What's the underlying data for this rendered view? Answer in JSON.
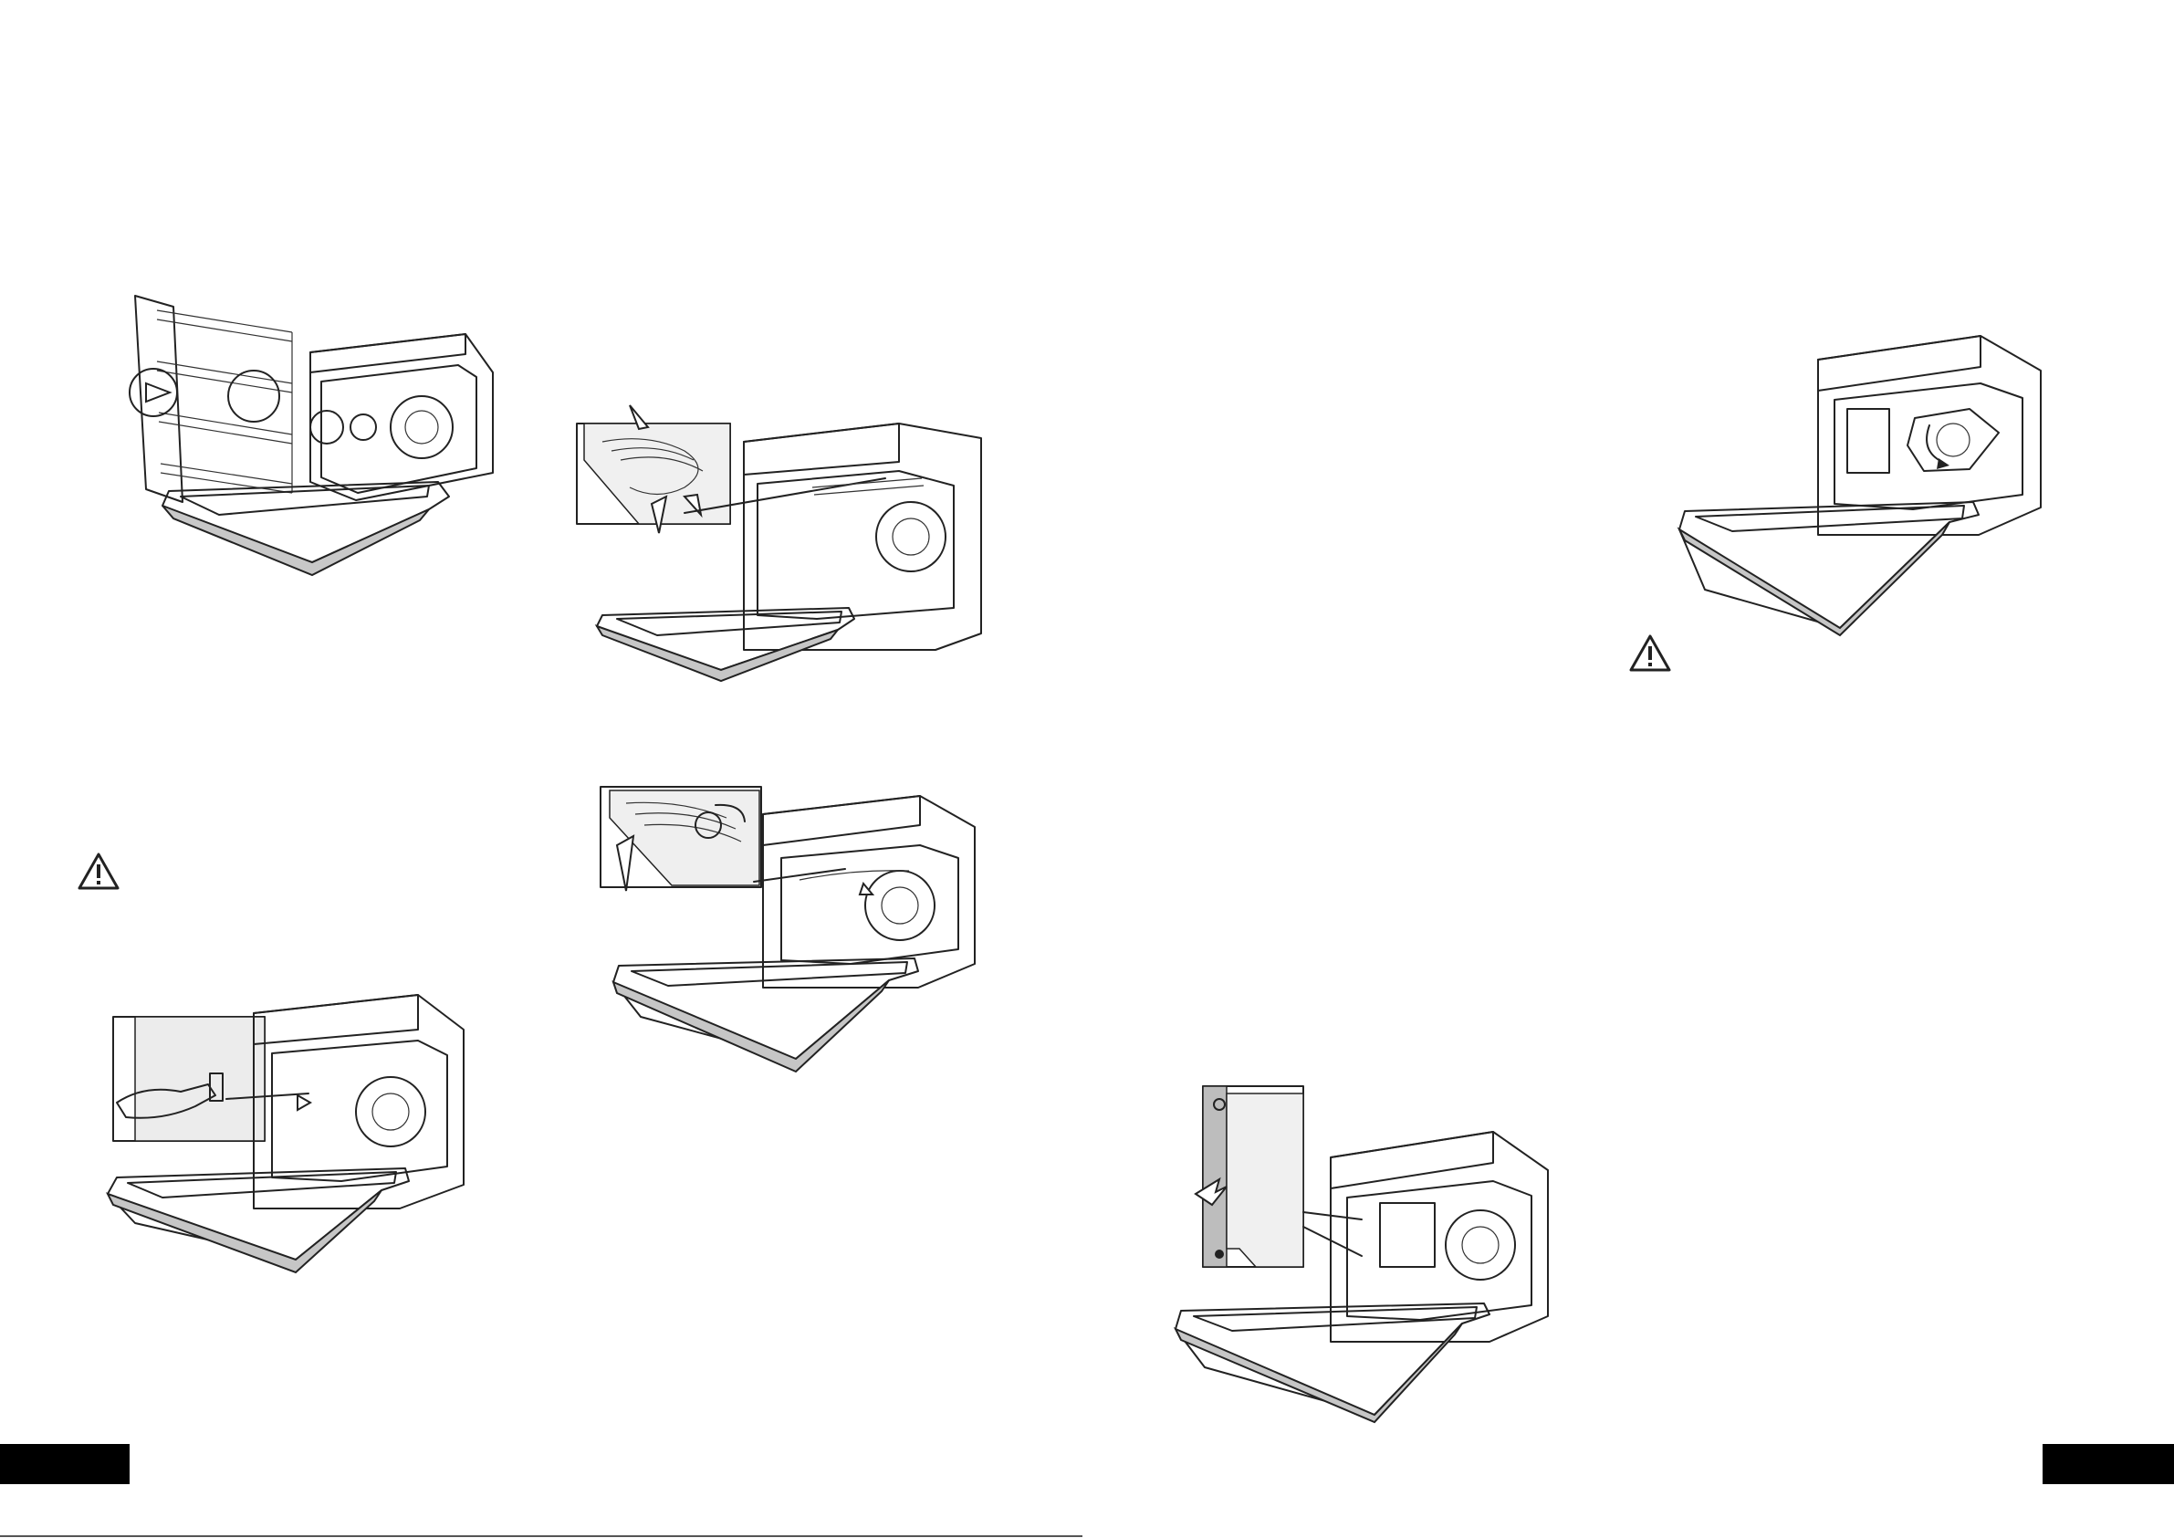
{
  "page": {
    "footer_text": ""
  },
  "figures": [
    {
      "id": "fig-side-rack-removal",
      "icon": "oven-side-rails-illustration"
    },
    {
      "id": "fig-heating-element-top",
      "icon": "oven-top-element-illustration"
    },
    {
      "id": "fig-rear-panel-screw",
      "icon": "oven-back-panel-illustration"
    },
    {
      "id": "fig-grill-element-lower",
      "icon": "oven-grill-element-illustration"
    },
    {
      "id": "fig-side-panel-hook",
      "icon": "oven-side-panel-hook-illustration"
    },
    {
      "id": "fig-fan-cover-open",
      "icon": "oven-fan-cover-illustration"
    }
  ],
  "icons": {
    "warning": "warning-triangle-icon"
  },
  "colors": {
    "ink": "#222222",
    "panel_fill": "#f2f2f2",
    "shade": "#bdbdbd",
    "tab": "#000000"
  }
}
